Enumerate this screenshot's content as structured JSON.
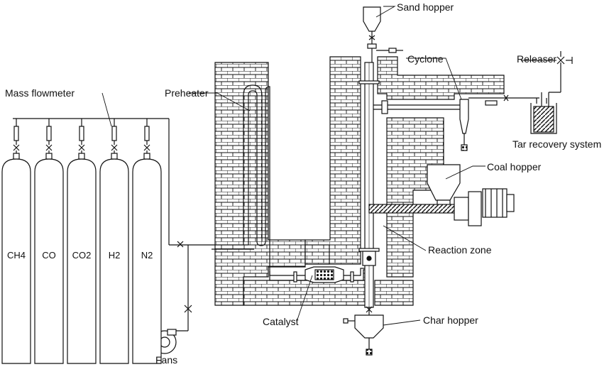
{
  "labels": {
    "sand_hopper": "Sand hopper",
    "cyclone": "Cyclone",
    "releaser": "Releaser",
    "mass_flowmeter": "Mass flowmeter",
    "preheater": "Preheater",
    "tar_recovery": "Tar recovery system",
    "coal_hopper": "Coal hopper",
    "reaction_zone": "Reaction zone",
    "catalyst": "Catalyst",
    "char_hopper": "Char hopper",
    "fans": "Fans"
  },
  "cylinders": [
    "CH4",
    "CO",
    "CO2",
    "H2",
    "N2"
  ],
  "colors": {
    "line": "#111111",
    "brick": "#ffffff",
    "background": "#ffffff"
  }
}
